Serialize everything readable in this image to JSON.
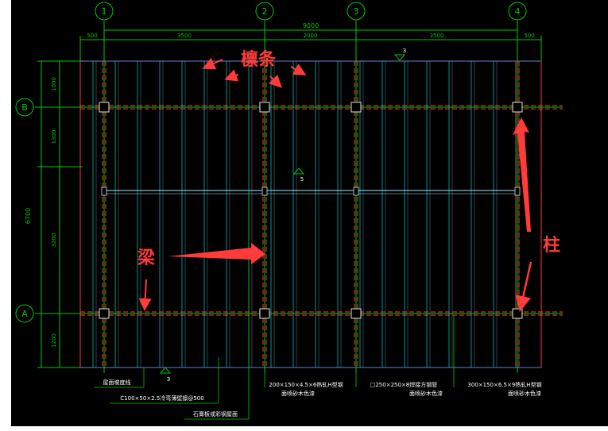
{
  "axes": {
    "columns": [
      "1",
      "2",
      "3",
      "4"
    ],
    "rows": [
      "B",
      "A"
    ]
  },
  "dimensions": {
    "top_total": "9000",
    "top_segments": [
      "500",
      "3500",
      "2000",
      "3500",
      "500"
    ],
    "left_total": "6700",
    "left_segments": [
      "1000",
      "1300",
      "3200",
      "1200"
    ]
  },
  "section_marks": [
    "3",
    "5",
    "3"
  ],
  "callouts": {
    "purlin": "檩条",
    "beam": "梁",
    "column": "柱"
  },
  "notes": {
    "eave_line": "屋面坡度线",
    "purlin_spec": "C100×50×2.5冷弯薄壁檩@500",
    "roof_panel": "石膏板或彩钢屋面",
    "beam_spec_line1": "200×150×4.5×6热轧H型钢",
    "beam_spec_line2": "面喷砂木色漆",
    "column_spec_line1": "□250×250×8焊接方钢管",
    "column_spec_line2": "面喷砂木色漆",
    "beam2_spec_line1": "300×150×6.5×9热轧H型钢",
    "beam2_spec_line2": "面喷砂木色漆"
  },
  "colors": {
    "background": "#000000",
    "dimension": "#00c800",
    "purlin": "#00d8d8",
    "beam": "#ff3a3a",
    "text": "#ffffff",
    "arrow": "#ff3b3b"
  }
}
